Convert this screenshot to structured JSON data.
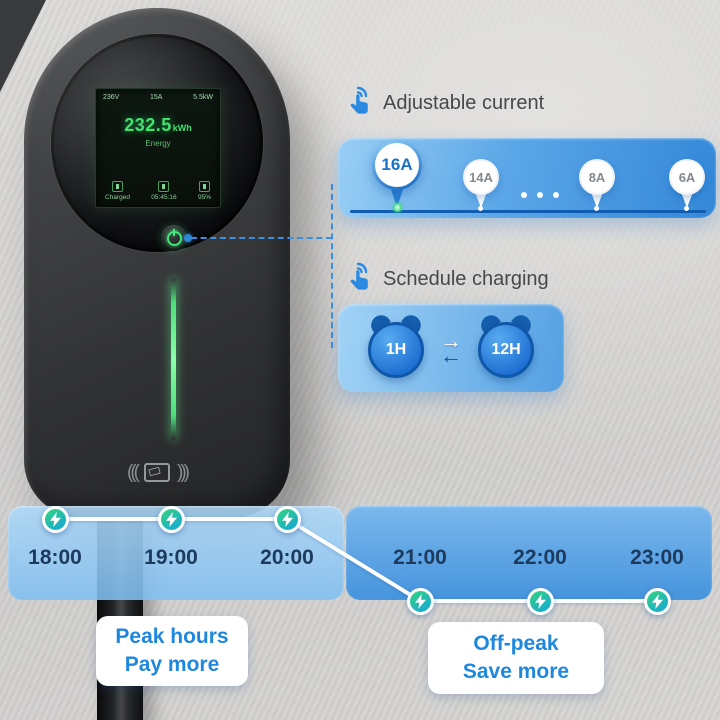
{
  "device_screen": {
    "stats_top": [
      "236V",
      "15A",
      "5.5kW"
    ],
    "energy_value": "232.5",
    "energy_unit": "kWh",
    "energy_label": "Energy",
    "status_labels": [
      "Charged",
      "05:45:16",
      "95%"
    ]
  },
  "adjustable_current": {
    "title": "Adjustable current",
    "options": [
      {
        "label": "16A",
        "selected": true
      },
      {
        "label": "14A",
        "selected": false
      },
      {
        "label": "8A",
        "selected": false
      },
      {
        "label": "6A",
        "selected": false
      }
    ]
  },
  "schedule_charging": {
    "title": "Schedule charging",
    "duration_min": "1H",
    "duration_max": "12H"
  },
  "icons": {
    "swap_arrow_right": "→",
    "swap_arrow_left": "←",
    "rfid_arc_left": "(((",
    "rfid_arc_right": ")))"
  },
  "timeline": {
    "peak": {
      "times": [
        "18:00",
        "19:00",
        "20:00"
      ],
      "caption": [
        "Peak hours",
        "Pay more"
      ]
    },
    "offpeak": {
      "times": [
        "21:00",
        "22:00",
        "23:00"
      ],
      "caption": [
        "Off-peak",
        "Save more"
      ]
    }
  },
  "colors": {
    "accent_blue": "#2e85d8",
    "track_blue": "#0f5cb0",
    "screen_green": "#3fe36f",
    "led_green": "#55e184",
    "marker_green": "#35d47f",
    "marker_blue": "#14a5db",
    "caption_blue": "#1e87de"
  }
}
